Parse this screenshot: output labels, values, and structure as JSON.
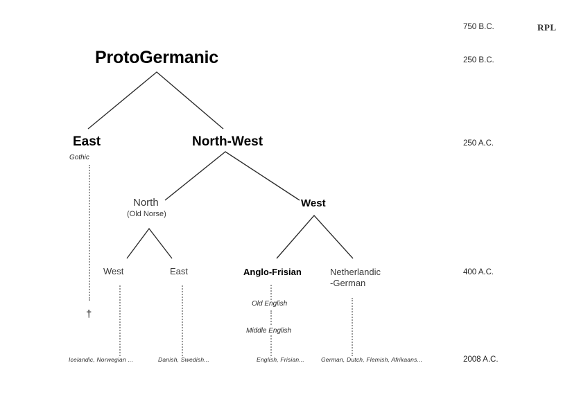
{
  "diagram": {
    "title_node": "ProtoGermanic",
    "signature": "RPL",
    "dagger": "†",
    "era_labels": [
      "750 B.C.",
      "250 B.C.",
      "250 A.C.",
      "400 A.C.",
      "2008 A.C."
    ],
    "nodes": {
      "root": "ProtoGermanic",
      "east": "East",
      "north_west": "North-West",
      "gothic": "Gothic",
      "north": "North",
      "old_norse": "(Old Norse)",
      "west_branch": "West",
      "north_west_leaf": "West",
      "north_east_leaf": "East",
      "anglo_frisian": "Anglo-Frisian",
      "netherlandic_line1": "Netherlandic",
      "netherlandic_line2": "-German",
      "old_english": "Old English",
      "middle_english": "Middle English"
    },
    "modern_languages": {
      "north_west_modern": "Icelandic, Norwegian ...",
      "north_east_modern": "Danish, Swedish...",
      "anglo_frisian_modern": "English, Frisian...",
      "netherlandic_modern": "German, Dutch, Flemish, Afrikaans..."
    },
    "colors": {
      "background": "#ffffff",
      "edge": "#2e2e2e",
      "dotted": "#9a9a9a",
      "text_dark": "#000000",
      "text_gray": "#3a3a3a"
    }
  }
}
